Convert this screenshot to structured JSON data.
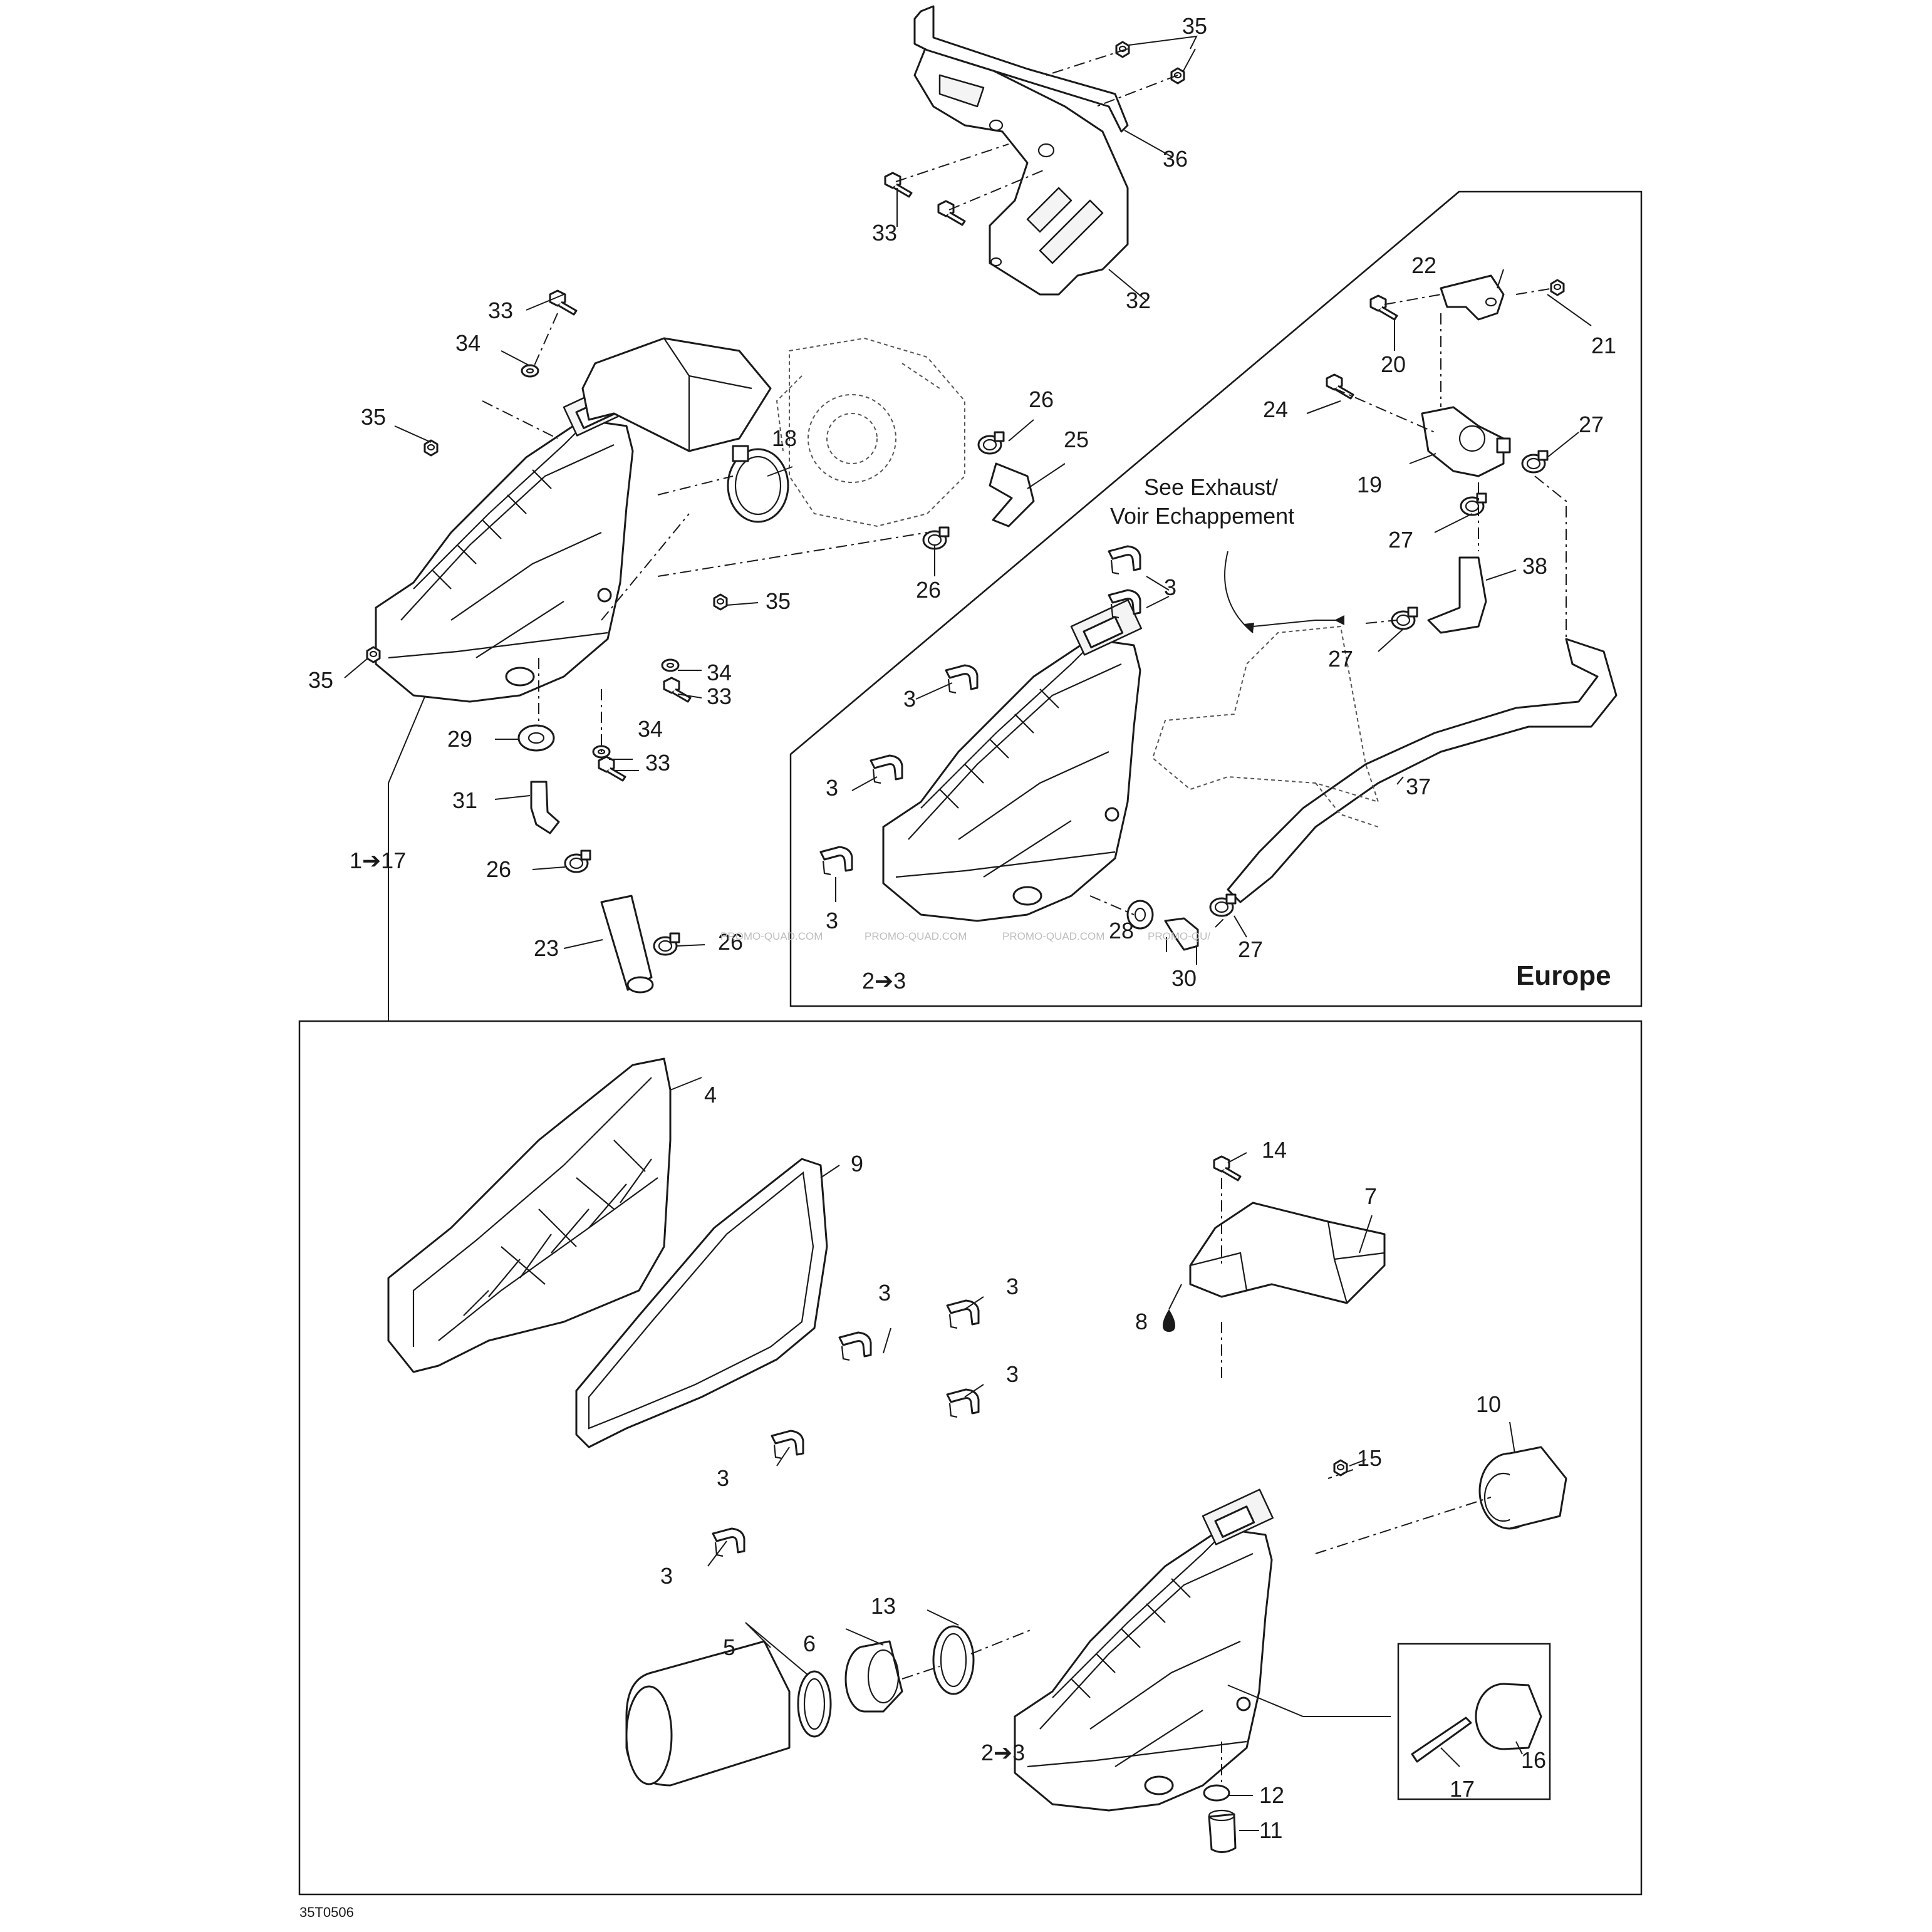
{
  "callouts": [
    {
      "id": "c35a",
      "text": "35"
    },
    {
      "id": "c36",
      "text": "36"
    },
    {
      "id": "c33a",
      "text": "33"
    },
    {
      "id": "c32",
      "text": "32"
    },
    {
      "id": "c33b",
      "text": "33"
    },
    {
      "id": "c34a",
      "text": "34"
    },
    {
      "id": "c35b",
      "text": "35"
    },
    {
      "id": "c18",
      "text": "18"
    },
    {
      "id": "c26a",
      "text": "26"
    },
    {
      "id": "c25",
      "text": "25"
    },
    {
      "id": "c26b",
      "text": "26"
    },
    {
      "id": "c35c",
      "text": "35"
    },
    {
      "id": "c35d",
      "text": "35"
    },
    {
      "id": "c34b",
      "text": "34"
    },
    {
      "id": "c33c",
      "text": "33"
    },
    {
      "id": "c29",
      "text": "29"
    },
    {
      "id": "c34c",
      "text": "34"
    },
    {
      "id": "c33d",
      "text": "33"
    },
    {
      "id": "c31",
      "text": "31"
    },
    {
      "id": "c1to17",
      "text": "1➔17"
    },
    {
      "id": "c26c",
      "text": "26"
    },
    {
      "id": "c23",
      "text": "23"
    },
    {
      "id": "c26d",
      "text": "26"
    },
    {
      "id": "c22",
      "text": "22"
    },
    {
      "id": "c20",
      "text": "20"
    },
    {
      "id": "c21",
      "text": "21"
    },
    {
      "id": "c24",
      "text": "24"
    },
    {
      "id": "c27a",
      "text": "27"
    },
    {
      "id": "c19",
      "text": "19"
    },
    {
      "id": "c27b",
      "text": "27"
    },
    {
      "id": "c38",
      "text": "38"
    },
    {
      "id": "c3a",
      "text": "3"
    },
    {
      "id": "c27c",
      "text": "27"
    },
    {
      "id": "c3b",
      "text": "3"
    },
    {
      "id": "c3c",
      "text": "3"
    },
    {
      "id": "c37",
      "text": "37"
    },
    {
      "id": "c3d",
      "text": "3"
    },
    {
      "id": "c28",
      "text": "28"
    },
    {
      "id": "c27d",
      "text": "27"
    },
    {
      "id": "c30",
      "text": "30"
    },
    {
      "id": "c2to3a",
      "text": "2➔3"
    },
    {
      "id": "c4",
      "text": "4"
    },
    {
      "id": "c9",
      "text": "9"
    },
    {
      "id": "c14",
      "text": "14"
    },
    {
      "id": "c7",
      "text": "7"
    },
    {
      "id": "c3e",
      "text": "3"
    },
    {
      "id": "c3f",
      "text": "3"
    },
    {
      "id": "c8",
      "text": "8"
    },
    {
      "id": "c3g",
      "text": "3"
    },
    {
      "id": "c10",
      "text": "10"
    },
    {
      "id": "c15",
      "text": "15"
    },
    {
      "id": "c3h",
      "text": "3"
    },
    {
      "id": "c3i",
      "text": "3"
    },
    {
      "id": "c13",
      "text": "13"
    },
    {
      "id": "c5",
      "text": "5"
    },
    {
      "id": "c6",
      "text": "6"
    },
    {
      "id": "c2to3b",
      "text": "2➔3"
    },
    {
      "id": "c12",
      "text": "12"
    },
    {
      "id": "c16",
      "text": "16"
    },
    {
      "id": "c17",
      "text": "17"
    },
    {
      "id": "c11",
      "text": "11"
    }
  ],
  "notes": {
    "see_exhaust_line1": "See Exhaust/",
    "see_exhaust_line2": "Voir Echappement",
    "region_label": "Europe",
    "drawing_code": "35T0506"
  },
  "watermarks": [
    "PROMO-QUAD.COM",
    "PROMO-QUAD.COM",
    "PROMO-QUAD.COM",
    "PROMO-QU/"
  ]
}
